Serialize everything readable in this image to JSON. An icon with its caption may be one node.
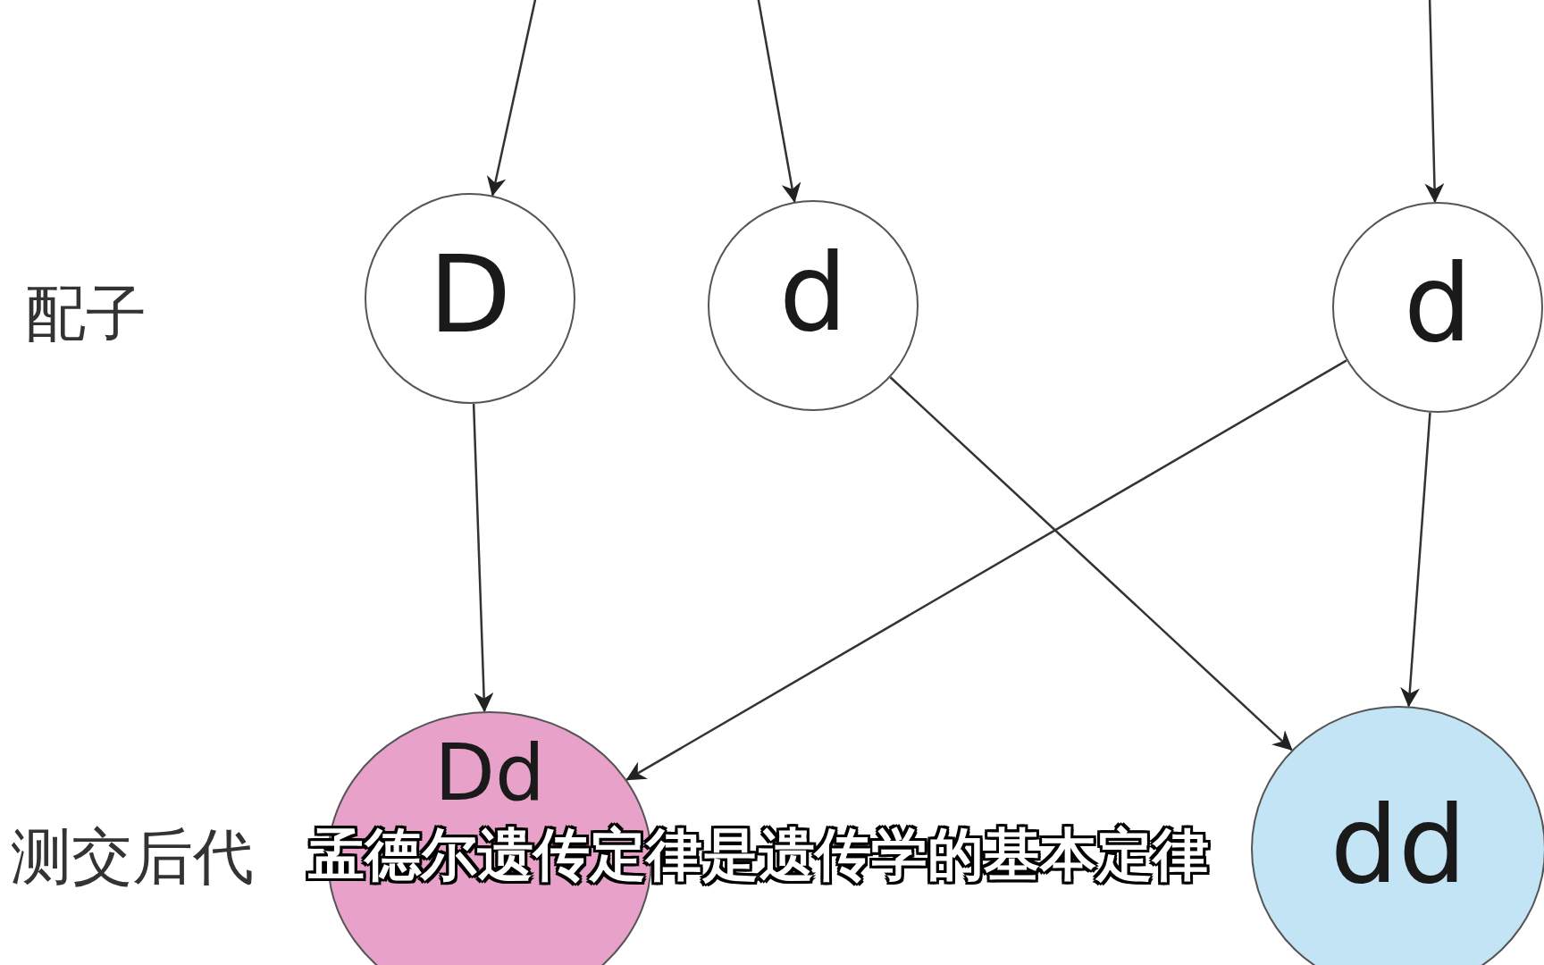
{
  "diagram": {
    "nodes": [
      {
        "text": [
          "D"
        ]
      },
      {
        "text": [
          "d"
        ]
      },
      {
        "text": [
          "d"
        ]
      },
      {
        "text": [
          "Dd"
        ]
      },
      {
        "text": [
          "dd"
        ]
      }
    ],
    "edges": [
      {
        "from": null,
        "to": 0,
        "arrow": "to"
      },
      {
        "from": null,
        "to": 1,
        "arrow": "to"
      },
      {
        "from": null,
        "to": 2,
        "arrow": "to"
      },
      {
        "from": 0,
        "to": 3,
        "arrow": "to"
      },
      {
        "from": 1,
        "to": 4,
        "arrow": "to"
      },
      {
        "from": 2,
        "to": 3,
        "arrow": "to"
      },
      {
        "from": 2,
        "to": 4,
        "arrow": "to"
      }
    ],
    "labels": [
      "配子",
      "测交后代",
      "孟德尔遗传定律是遗传学的基本定律"
    ]
  }
}
